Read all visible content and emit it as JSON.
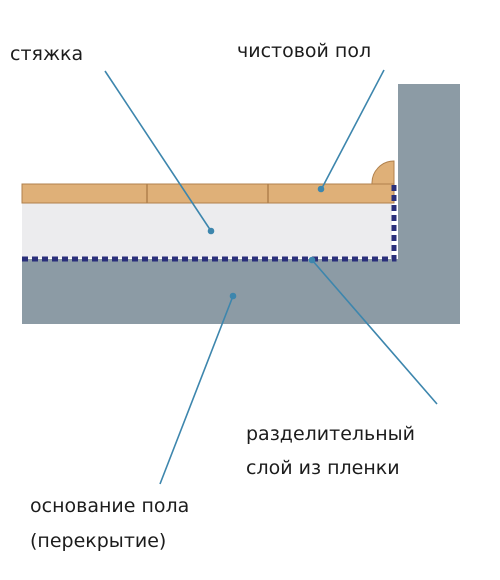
{
  "labels": {
    "screed": "стяжка",
    "finish_floor": "чистовой пол",
    "separation_layer_line1": "разделительный",
    "separation_layer_line2": "слой из пленки",
    "base_line1": "основание пола",
    "base_line2": "(перекрытие)"
  },
  "colors": {
    "concrete": "#8c9ba5",
    "screed": "#ececee",
    "wood": "#dfb078",
    "wood_edge": "#b0804c",
    "film": "#2a2f7a",
    "leader": "#3d86ad"
  }
}
